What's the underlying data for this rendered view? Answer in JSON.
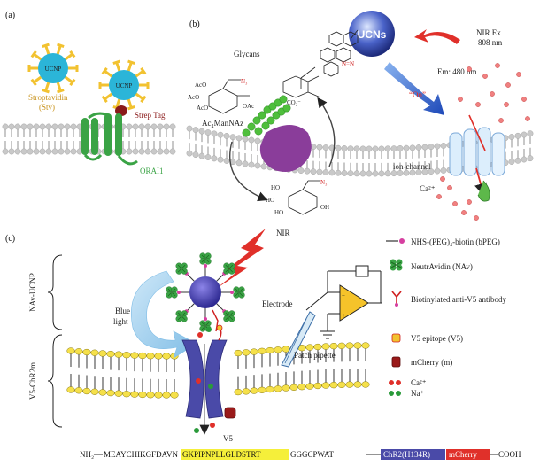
{
  "panel_a": {
    "label": "(a)",
    "ucnp_left": "UCNP",
    "ucnp_right": "UCNP",
    "streptavidin": "Stroptavidin",
    "stv": "(Stv)",
    "strep_tag": "Strep Tag",
    "orai": "ORAI1"
  },
  "panel_b": {
    "label": "(b)",
    "ucns": "UCNs",
    "nir_ex": "NIR Ex",
    "nir_wl": "808 nm",
    "glycans": "Glycans",
    "em": "Em: 480 nm",
    "on": "“On”",
    "ac4mannaz": "Ac₄ManNAz",
    "ion_channel": "ion-channel",
    "ca": "Ca²⁺"
  },
  "panel_c": {
    "label": "(c)",
    "nir": "NIR",
    "nav_ucnp": "NAv-UCNP",
    "v5_chr2m": "V5-ChR2m",
    "blue": "Blue",
    "light": "light",
    "electrode": "Electrode",
    "patch": "Patch pipette",
    "v5": "V5",
    "legend": [
      {
        "key": "bpeg",
        "text": "NHS-(PEG)₄-biotin (bPEG)"
      },
      {
        "key": "nav",
        "text": "NeutrAvidin (NAv)"
      },
      {
        "key": "antibody",
        "text": "Biotinylated anti-V5 antibody"
      },
      {
        "key": "epitope",
        "text": "V5 epitope (V5)"
      },
      {
        "key": "mcherry",
        "text": "mCherry (m)"
      },
      {
        "key": "ca",
        "text": "Ca²⁺"
      },
      {
        "key": "na",
        "text": "Na⁺"
      }
    ]
  },
  "sequence": {
    "nh2": "NH₂",
    "part1": "MEAYCHIKGFDAVN",
    "highlight": "GKPIPNPLLGLDSTRT",
    "part2": "GGGCPWAT",
    "chr2": "ChR2(H134R)",
    "mcherry": "mCherry",
    "cooh": "COOH"
  },
  "colors": {
    "ucnp_cyan": "#2bb5d8",
    "star_yellow": "#f2c230",
    "green": "#3aa345",
    "purple": "#8a3d9a",
    "blue_protein": "#4a4aa8",
    "red": "#e0302a",
    "membrane_yellow": "#f5e04a"
  }
}
